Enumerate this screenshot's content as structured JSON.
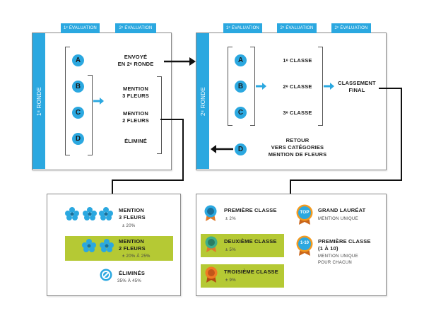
{
  "round1": {
    "sidebar_label": "1ᵉ RONDE",
    "tab1": "1ᵉ ÉVALUATION",
    "tab2": "2ᵉ ÉVALUATION",
    "letters": [
      "A",
      "B",
      "C",
      "D"
    ],
    "outcome_sent": "ENVOYÉ\nEN 2ᵉ RONDE",
    "outcome_3": "MENTION\n3 FLEURS",
    "outcome_2": "MENTION\n2 FLEURS",
    "outcome_elim": "ÉLIMINÉ"
  },
  "round2": {
    "sidebar_label": "2ᵉ RONDE",
    "tab1": "1ᵉ ÉVALUATION",
    "tab2": "2ᵉ ÉVALUATION",
    "tab3": "2ᵉ ÉVALUATION",
    "letters": [
      "A",
      "B",
      "C",
      "D"
    ],
    "class1": "1ᵉ CLASSE",
    "class2": "2ᵉ CLASSE",
    "class3": "3ᵉ CLASSE",
    "final": "CLASSEMENT\nFINAL",
    "retour": "RETOUR\nVERS CATÉGORIES\nMENTION DE FLEURS"
  },
  "flowers": {
    "m3_title": "MENTION\n3 FLEURS",
    "m3_pct": "± 20%",
    "m2_title": "MENTION\n2 FLEURS",
    "m2_pct": "± 20% À 25%",
    "elim_title": "ÉLIMINÉS",
    "elim_pct": "35% À 45%"
  },
  "classes": {
    "first_title": "PREMIÈRE CLASSE",
    "first_pct": "± 2%",
    "second_title": "DEUXIÈME CLASSE",
    "second_pct": "± 5%",
    "third_title": "TROISIÈME CLASSE",
    "third_pct": "± 9%",
    "top_badge": "TOP",
    "top_title": "GRAND LAURÉAT",
    "top_sub": "MENTION UNIQUE",
    "range_badge": "1-10",
    "range_title": "PREMIÈRE CLASSE\n(1 À 10)",
    "range_sub": "MENTION UNIQUE\nPOUR CHACUN"
  },
  "colors": {
    "blue": "#2ba8e0",
    "green_highlight": "#b5c934",
    "medal_blue": "#2ba8e0",
    "medal_green": "#3fae8a",
    "medal_orange": "#f07b24",
    "badge_orange": "#f39a1f"
  }
}
